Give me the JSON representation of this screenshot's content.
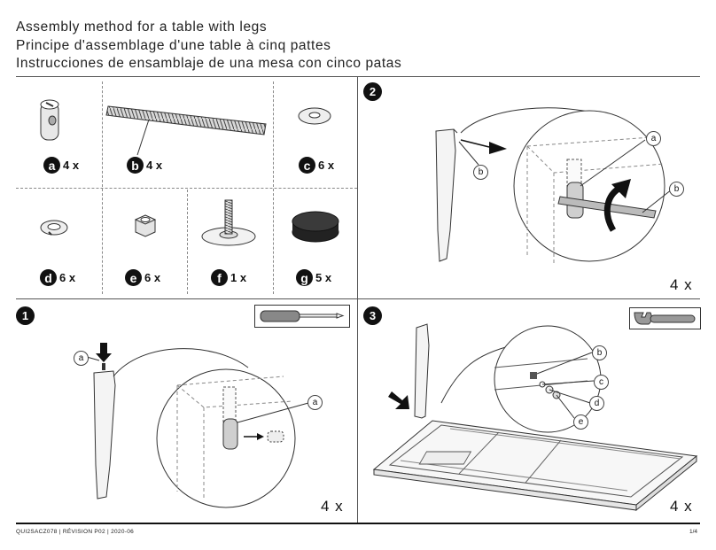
{
  "header": {
    "title_en": "Assembly method for a table with legs",
    "title_fr": "Principe d'assemblage d'une table à cinq pattes",
    "title_es": "Instrucciones de ensamblaje de una mesa con cinco patas"
  },
  "parts": [
    {
      "letter": "a",
      "qty": "4 x",
      "icon": "barrel-nut-icon"
    },
    {
      "letter": "b",
      "qty": "4 x",
      "icon": "threaded-rod-icon"
    },
    {
      "letter": "c",
      "qty": "6 x",
      "icon": "flat-washer-icon"
    },
    {
      "letter": "d",
      "qty": "6 x",
      "icon": "lock-washer-icon"
    },
    {
      "letter": "e",
      "qty": "6 x",
      "icon": "hex-nut-icon"
    },
    {
      "letter": "f",
      "qty": "1 x",
      "icon": "leveling-foot-icon"
    },
    {
      "letter": "g",
      "qty": "5 x",
      "icon": "felt-pad-icon"
    }
  ],
  "steps": {
    "step1": {
      "number": "1",
      "multiplier": "4 x",
      "tool": "screwdriver-icon",
      "callouts": [
        "a",
        "a"
      ]
    },
    "step2": {
      "number": "2",
      "multiplier": "4 x",
      "callouts": [
        "a",
        "b",
        "b"
      ]
    },
    "step3": {
      "number": "3",
      "multiplier": "4 x",
      "tool": "wrench-icon",
      "callouts": [
        "b",
        "c",
        "d",
        "e"
      ]
    }
  },
  "footer": {
    "reference": "QUI2SACZ078  |  RÉVISION P02  |  2020-06",
    "page": "1/4"
  }
}
